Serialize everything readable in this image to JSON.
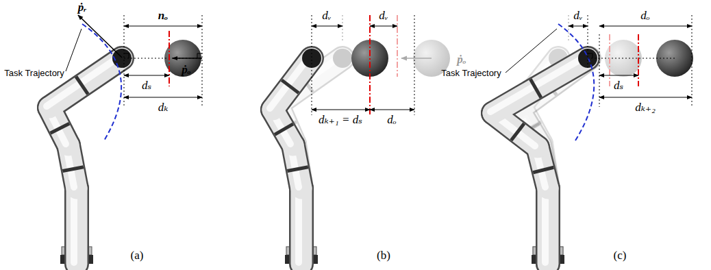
{
  "diagram": {
    "labels": [
      "ṗᵣ",
      "Task Trajectory",
      "nₒ",
      "ṗₒ",
      "dₛ",
      "dₖ",
      "(a)",
      "dᵥ",
      "dᵥ",
      "ṗₒ",
      "dₖ₊₁ = dₛ",
      "dₒ",
      "(b)",
      "Task Trajectory",
      "dᵥ",
      "dₒ",
      "dₛ",
      "dₖ₊₂",
      "(c)"
    ]
  }
}
